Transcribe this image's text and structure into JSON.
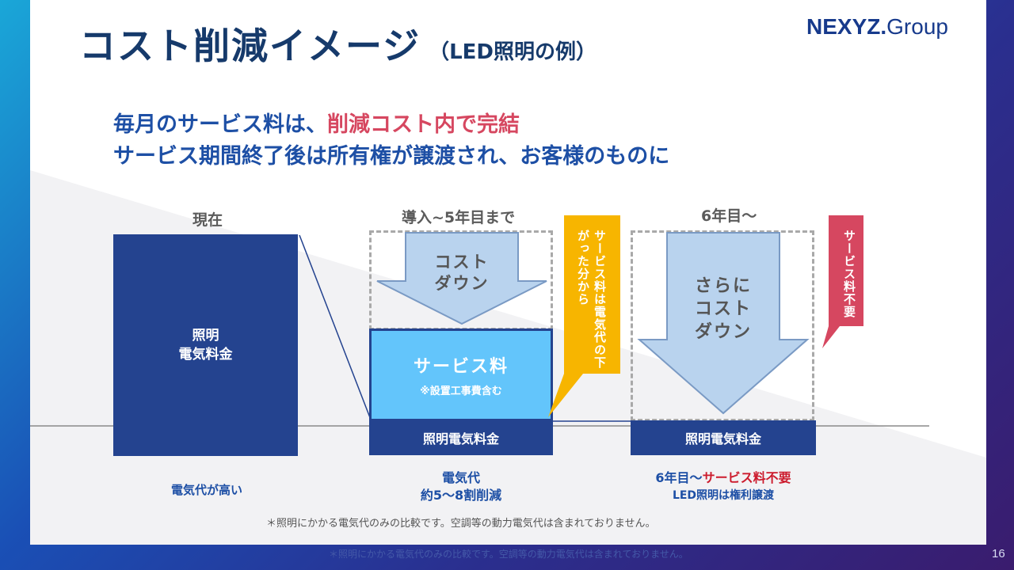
{
  "slide": {
    "title": "コスト削減イメージ",
    "title_sub": "（LED照明の例）",
    "logo_bold": "NEXYZ.",
    "logo_light": "Group",
    "headline_1_prefix": "毎月のサービス料は、",
    "headline_1_highlight": "削減コスト内で完結",
    "headline_2": "サービス期間終了後は所有権が譲渡され、お客様のものに"
  },
  "columns": {
    "current": {
      "label": "現在",
      "box_line1": "照明",
      "box_line2": "電気料金",
      "note": "電気代が高い"
    },
    "intro": {
      "label": "導入~5年目まで",
      "arrow_line1": "コスト",
      "arrow_line2": "ダウン",
      "service_title": "サービス料",
      "service_sub": "※設置工事費含む",
      "bar_label": "照明電気料金",
      "note_line1": "電気代",
      "note_line2": "約5～8割削減",
      "callout": "サービス料は電気代の下がった分から"
    },
    "after": {
      "label": "6年目～",
      "arrow_line1": "さらに",
      "arrow_line2": "コスト",
      "arrow_line3": "ダウン",
      "bar_label": "照明電気料金",
      "note_line1_prefix": "6年目～",
      "note_line1_highlight": "サービス料不要",
      "note_line2": "LED照明は権利譲渡",
      "callout": "サービス料不要"
    }
  },
  "footnote": "＊照明にかかる電気代のみの比較です。空調等の動力電気代は含まれておりません。",
  "page_footnote": "＊照明にかかる電気代のみの比較です。空調等の動力電気代は含まれておりません。",
  "page_number": "16",
  "colors": {
    "navy": "#24438f",
    "light_blue": "#63c5fb",
    "arrow_fill": "#b9d3ee",
    "yellow": "#f7b500",
    "red_callout": "#d64760"
  }
}
